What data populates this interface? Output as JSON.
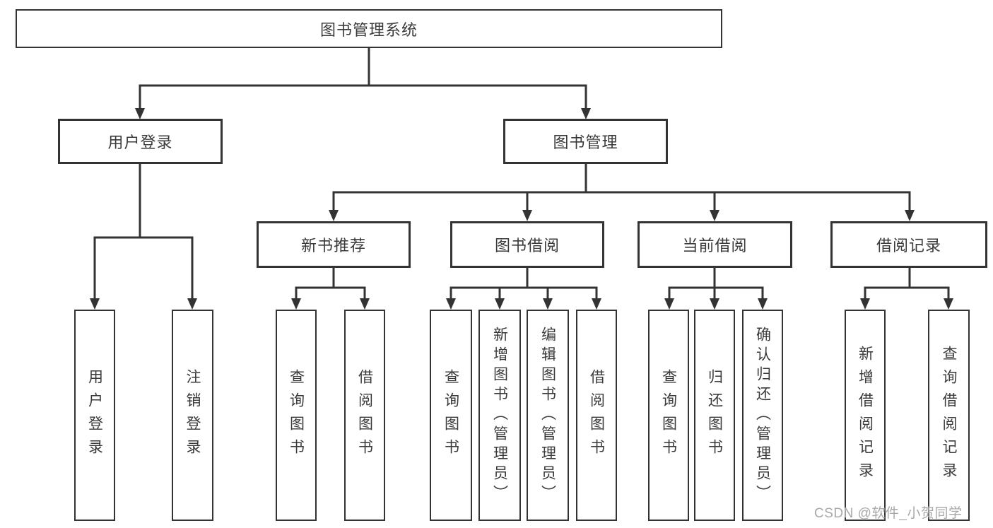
{
  "diagram": {
    "title": "图书管理系统",
    "root": {
      "label": "图书管理系统"
    },
    "level2": [
      {
        "label": "用户登录",
        "parent": "图书管理系统"
      },
      {
        "label": "图书管理",
        "parent": "图书管理系统"
      }
    ],
    "level3": [
      {
        "label": "新书推荐",
        "parent": "图书管理"
      },
      {
        "label": "图书借阅",
        "parent": "图书管理"
      },
      {
        "label": "当前借阅",
        "parent": "图书管理"
      },
      {
        "label": "借阅记录",
        "parent": "图书管理"
      }
    ],
    "level4": [
      {
        "label": "用户登录",
        "parent": "用户登录"
      },
      {
        "label": "注销登录",
        "parent": "用户登录"
      },
      {
        "label": "查询图书",
        "parent": "新书推荐"
      },
      {
        "label": "借阅图书",
        "parent": "新书推荐"
      },
      {
        "label": "查询图书",
        "parent": "图书借阅"
      },
      {
        "label": "新增图书（管理员）",
        "parent": "图书借阅"
      },
      {
        "label": "编辑图书（管理员）",
        "parent": "图书借阅"
      },
      {
        "label": "借阅图书",
        "parent": "图书借阅"
      },
      {
        "label": "查询图书",
        "parent": "当前借阅"
      },
      {
        "label": "归还图书",
        "parent": "当前借阅"
      },
      {
        "label": "确认归还（管理员）",
        "parent": "当前借阅"
      },
      {
        "label": "新增借阅记录",
        "parent": "借阅记录"
      },
      {
        "label": "查询借阅记录",
        "parent": "借阅记录"
      }
    ]
  },
  "watermark": {
    "text": "CSDN @软件_小贺同学"
  },
  "colors": {
    "line": "#333333",
    "box_border": "#333333",
    "text": "#3a3a3a",
    "watermark": "#a8a8a8",
    "background": "#ffffff"
  }
}
